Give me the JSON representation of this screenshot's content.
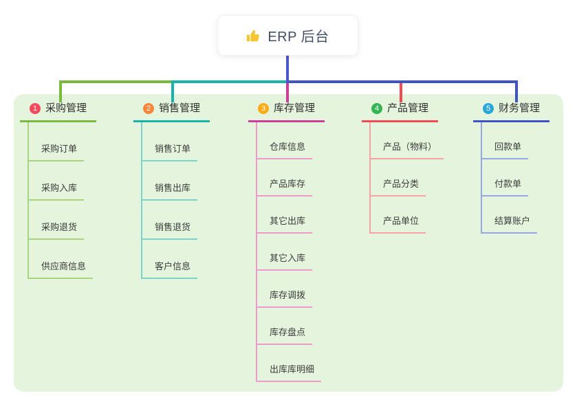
{
  "root": {
    "label": "ERP 后台",
    "icon": "thumbs-up-icon",
    "icon_color": "#f7c531",
    "line_color": "#4c57c9"
  },
  "canvas": {
    "background": "#ffffff",
    "panel_color": "#e5f4dd"
  },
  "branches": [
    {
      "number": "1",
      "label": "采购管理",
      "badge_color": "#f5495c",
      "line_color": "#79b93d",
      "child_line_color": "#a9d47f",
      "children": [
        "采购订单",
        "采购入库",
        "采购退货",
        "供应商信息"
      ]
    },
    {
      "number": "2",
      "label": "销售管理",
      "badge_color": "#f6873d",
      "line_color": "#18b2aa",
      "child_line_color": "#7cd3cb",
      "children": [
        "销售订单",
        "销售出库",
        "销售退货",
        "客户信息"
      ]
    },
    {
      "number": "3",
      "label": "库存管理",
      "badge_color": "#ffab15",
      "line_color": "#ca3e99",
      "child_line_color": "#ef99ce",
      "children": [
        "仓库信息",
        "产品库存",
        "其它出库",
        "其它入库",
        "库存调拨",
        "库存盘点",
        "出库库明细"
      ]
    },
    {
      "number": "4",
      "label": "产品管理",
      "badge_color": "#34b455",
      "line_color": "#f24a50",
      "child_line_color": "#f9a2a6",
      "children": [
        "产品（物料）",
        "产品分类",
        "产品单位"
      ]
    },
    {
      "number": "5",
      "label": "财务管理",
      "badge_color": "#2ba6db",
      "line_color": "#4053c5",
      "child_line_color": "#93a8e2",
      "children": [
        "回款单",
        "付款单",
        "结算账户"
      ]
    }
  ]
}
